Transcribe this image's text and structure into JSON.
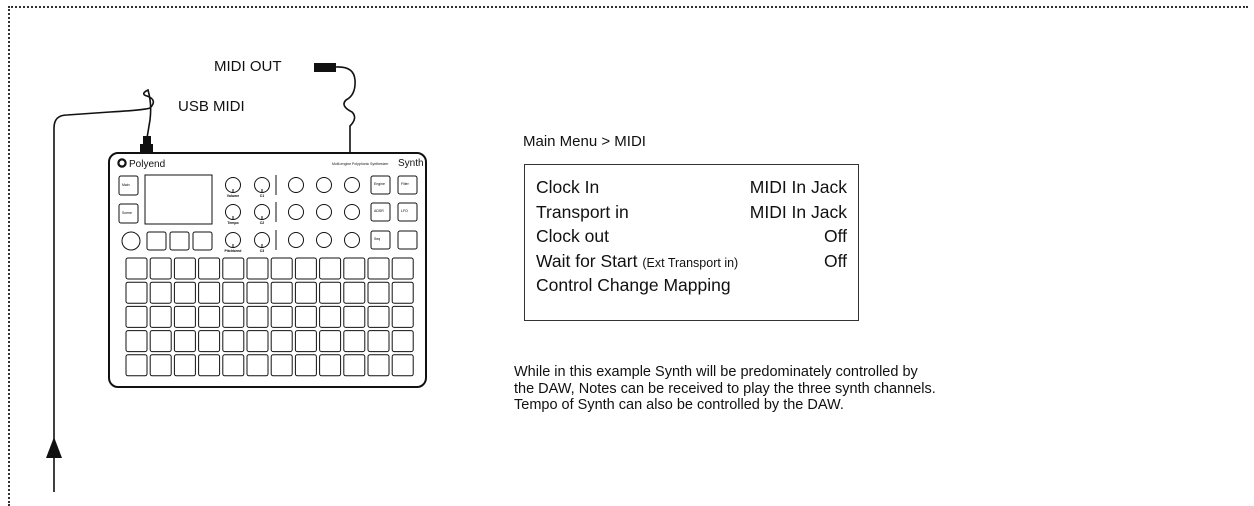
{
  "labels": {
    "midi_out": "MIDI OUT",
    "usb_midi": "USB MIDI"
  },
  "device": {
    "brand": "Polyend",
    "tagline": "Multi-engine Polyphonic Synthesizer",
    "model": "Synth",
    "left_buttons": [
      "Main",
      "Scene"
    ],
    "knob_labels": [
      "Volume",
      "Tempo",
      "Pitchbend"
    ],
    "knob_labels_2": [
      "C1",
      "C2",
      "C3"
    ],
    "right_buttons": [
      "Engine",
      "Filter",
      "ADSR",
      "LFO",
      "Seq",
      ""
    ]
  },
  "menu": {
    "breadcrumb": "Main Menu > MIDI",
    "rows": [
      {
        "label": "Clock In",
        "note": "",
        "value": "MIDI In Jack"
      },
      {
        "label": "Transport in",
        "note": "",
        "value": "MIDI In Jack"
      },
      {
        "label": "Clock out",
        "note": "",
        "value": "Off"
      },
      {
        "label": "Wait for Start",
        "note": "(Ext Transport in)",
        "value": "Off"
      },
      {
        "label": "Control Change Mapping",
        "note": "",
        "value": ""
      }
    ]
  },
  "description": {
    "lines": [
      "While in this example Synth will be predominately controlled by",
      "the DAW, Notes can be received to play the three synth channels.",
      "Tempo of Synth can also be controlled by the DAW."
    ]
  },
  "icons": {
    "arrow": "up-arrow-icon",
    "usb_plug": "usb-plug-icon",
    "midi_plug": "midi-plug-icon",
    "logo": "polyend-logo-icon"
  }
}
